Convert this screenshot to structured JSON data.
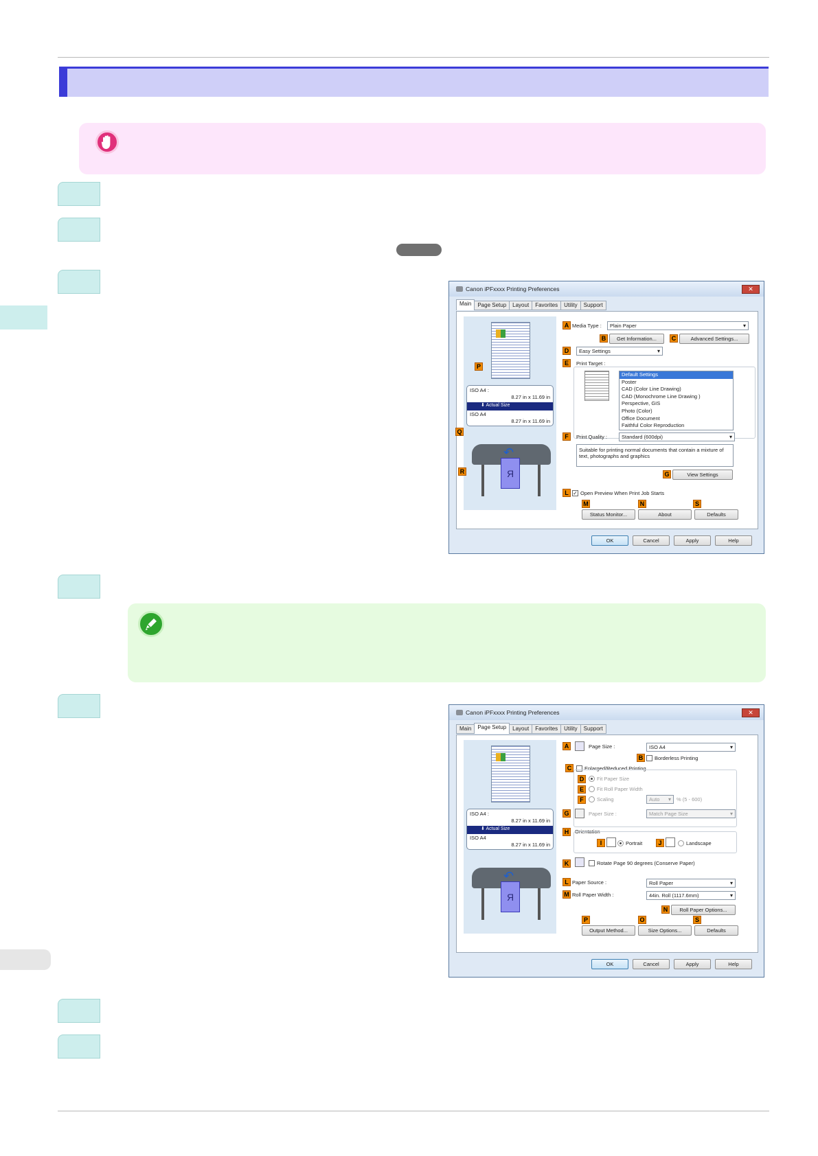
{
  "icons": {
    "important": "hand-stop-icon",
    "note": "pencil-icon",
    "printer": "printer-icon"
  },
  "dialog1": {
    "title": "Canon iPFxxxx Printing Preferences",
    "close": "✕",
    "tabs": [
      "Main",
      "Page Setup",
      "Layout",
      "Favorites",
      "Utility",
      "Support"
    ],
    "preview": {
      "size_top_label": "ISO A4 :",
      "size_top_value": "8.27 in x 11.69 in",
      "band": "Actual Size",
      "size_bottom_label": "ISO A4",
      "size_bottom_value": "8.27 in x 11.69 in",
      "sheet_letter": "R"
    },
    "letters": {
      "A": "A",
      "B": "B",
      "C": "C",
      "D": "D",
      "E": "E",
      "F": "F",
      "G": "G",
      "L": "L",
      "M": "M",
      "N": "N",
      "S": "S",
      "P": "P",
      "Q": "Q",
      "R": "R"
    },
    "media_type_label": "Media Type :",
    "media_type_value": "Plain Paper",
    "get_info_button": "Get Information...",
    "advanced_button": "Advanced Settings...",
    "easy_settings_value": "Easy Settings",
    "print_target_label": "Print Target :",
    "print_targets": [
      "Default Settings",
      "Poster",
      "CAD (Color Line Drawing)",
      "CAD (Monochrome Line Drawing )",
      "Perspective, GIS",
      "Photo (Color)",
      "Office Document",
      "Faithful Color Reproduction"
    ],
    "print_quality_label": "Print Quality :",
    "print_quality_value": "Standard (600dpi)",
    "description": "Suitable for printing normal documents that contain a mixture of text, photographs and graphics",
    "view_settings_button": "View Settings",
    "open_preview_label": "Open Preview When Print Job Starts",
    "status_monitor_button": "Status Monitor...",
    "about_button": "About",
    "defaults_button": "Defaults",
    "ok_button": "OK",
    "cancel_button": "Cancel",
    "apply_button": "Apply",
    "help_button": "Help"
  },
  "dialog2": {
    "title": "Canon iPFxxxx Printing Preferences",
    "close": "✕",
    "tabs": [
      "Main",
      "Page Setup",
      "Layout",
      "Favorites",
      "Utility",
      "Support"
    ],
    "preview": {
      "size_top_label": "ISO A4 :",
      "size_top_value": "8.27 in x 11.69 in",
      "band": "Actual Size",
      "size_bottom_label": "ISO A4",
      "size_bottom_value": "8.27 in x 11.69 in",
      "sheet_letter": "R"
    },
    "letters": {
      "A": "A",
      "B": "B",
      "C": "C",
      "D": "D",
      "E": "E",
      "F": "F",
      "G": "G",
      "H": "H",
      "I": "I",
      "J": "J",
      "K": "K",
      "L": "L",
      "M": "M",
      "N": "N",
      "O": "O",
      "P": "P",
      "S": "S"
    },
    "page_size_label": "Page Size :",
    "page_size_value": "ISO A4",
    "borderless_label": "Borderless Printing",
    "enlarged_label": "Enlarged/Reduced Printing",
    "fit_paper_size": "Fit Paper Size",
    "fit_roll_width": "Fit Roll Paper Width",
    "scaling_label": "Scaling",
    "scaling_value": "Auto",
    "scaling_range": "% (5 - 600)",
    "paper_size_label": "Paper Size :",
    "paper_size_value": "Match Page Size",
    "orientation_label": "Orientation",
    "portrait_label": "Portrait",
    "landscape_label": "Landscape",
    "rotate_label": "Rotate Page 90 degrees (Conserve Paper)",
    "paper_source_label": "Paper Source :",
    "paper_source_value": "Roll Paper",
    "roll_width_label": "Roll Paper Width :",
    "roll_width_value": "44in. Roll (1117.6mm)",
    "roll_options_button": "Roll Paper Options...",
    "output_method_button": "Output Method...",
    "size_options_button": "Size Options...",
    "defaults_button": "Defaults",
    "ok_button": "OK",
    "cancel_button": "Cancel",
    "apply_button": "Apply",
    "help_button": "Help"
  }
}
